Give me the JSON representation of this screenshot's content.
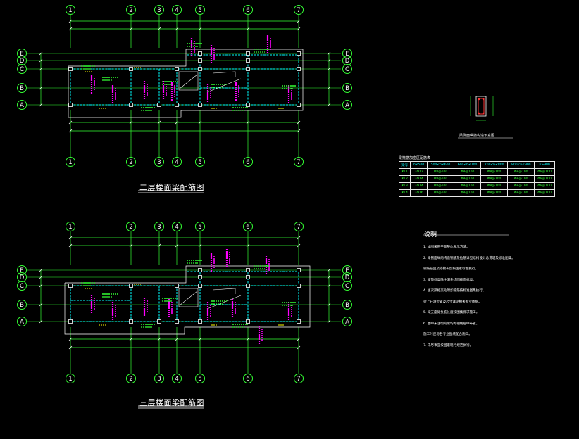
{
  "plans": [
    {
      "title": "二层楼面梁配筋图",
      "col_labels": [
        "1",
        "2",
        "3",
        "4",
        "5",
        "6",
        "7"
      ],
      "row_labels": [
        "E",
        "D",
        "C",
        "B",
        "A"
      ]
    },
    {
      "title": "三层楼面梁配筋图",
      "col_labels": [
        "1",
        "2",
        "3",
        "4",
        "5",
        "6",
        "7"
      ],
      "row_labels": [
        "E",
        "D",
        "C",
        "B",
        "A"
      ]
    }
  ],
  "table": {
    "title": "梁箍筋加密区配筋表",
    "header": [
      "梁号",
      "h≤500",
      "500<h≤600",
      "600<h≤700",
      "700<h≤800",
      "800<h≤900",
      "h>900"
    ],
    "rows": [
      [
        "KL1",
        "2Φ12",
        "Φ8@100",
        "Φ8@100",
        "Φ8@100",
        "Φ8@100",
        "Φ8@100"
      ],
      [
        "KL2",
        "2Φ14",
        "Φ8@100",
        "Φ8@100",
        "Φ8@100",
        "Φ8@100",
        "Φ8@100"
      ],
      [
        "KL3",
        "2Φ14",
        "Φ8@100",
        "Φ8@100",
        "Φ8@100",
        "Φ8@100",
        "Φ8@100"
      ],
      [
        "KL4",
        "2Φ16",
        "Φ8@100",
        "Φ8@100",
        "Φ8@100",
        "Φ8@100",
        "Φ8@100"
      ]
    ]
  },
  "detail": {
    "caption": "梁侧面纵筋构造示意图"
  },
  "notes": {
    "title": "说明",
    "items": [
      "1. 本图采用平面整体表示方法。",
      "2. 梁侧面纵向构造钢筋及拉筋详见结构设计总说明及标准图集。",
      "   钢筋锚固及搭接长度按国家标准执行。",
      "3. 梁顶标高除注明外均同楼面标高。",
      "4. 主次梁相交处附加箍筋按标准图集执行。",
      "   梁上开洞位置及尺寸详见相关专业图纸。",
      "5. 梁支座处负筋长度按图集要求施工。",
      "6. 图中未注明的梁均为轴线居中布置。",
      "   施工时应与各专业图纸配合施工。",
      "7. 未尽事宜按国家现行规范执行。"
    ]
  }
}
